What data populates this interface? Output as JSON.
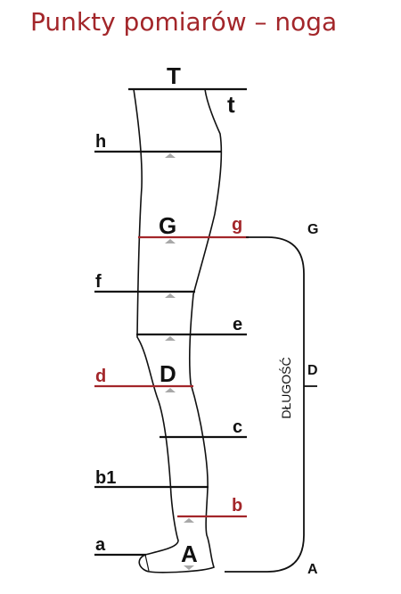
{
  "title": "Punkty pomiarów – noga",
  "colors": {
    "accent": "#a3262a",
    "line": "#111111",
    "marker": "#a8a8a8"
  },
  "points": {
    "T": "T",
    "t": "t",
    "h": "h",
    "G": "G",
    "g": "g",
    "f": "f",
    "e": "e",
    "d": "d",
    "D": "D",
    "c": "c",
    "b1": "b1",
    "b": "b",
    "a": "a",
    "A": "A"
  },
  "length_bracket": {
    "label": "DŁUGOŚĆ",
    "top": "G",
    "middle": "D",
    "bottom": "A"
  }
}
